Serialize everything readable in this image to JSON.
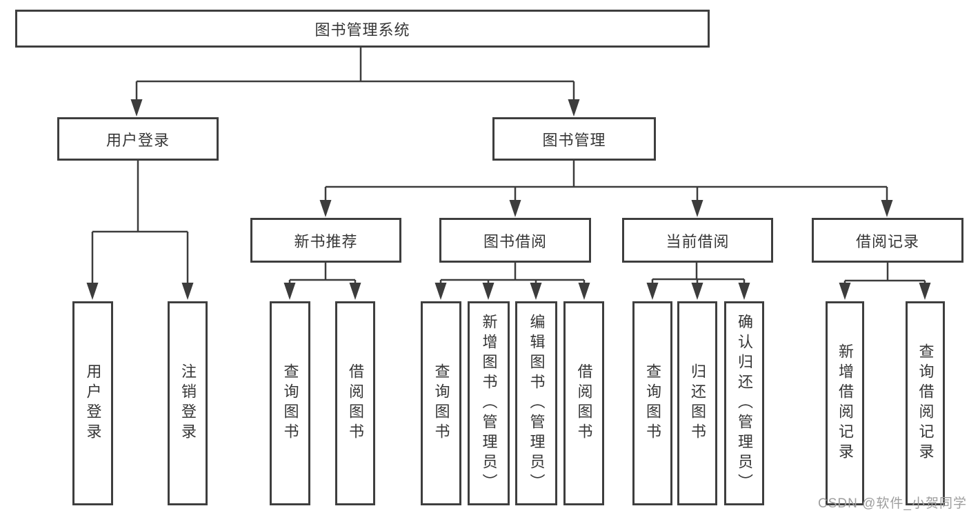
{
  "diagram": {
    "root": {
      "label": "图书管理系统"
    },
    "level2": [
      {
        "label": "用户登录"
      },
      {
        "label": "图书管理"
      }
    ],
    "level3": [
      {
        "label": "新书推荐",
        "parent": "图书管理"
      },
      {
        "label": "图书借阅",
        "parent": "图书管理"
      },
      {
        "label": "当前借阅",
        "parent": "图书管理"
      },
      {
        "label": "借阅记录",
        "parent": "图书管理"
      }
    ],
    "level4": [
      {
        "label": "用户登录",
        "parent": "用户登录"
      },
      {
        "label": "注销登录",
        "parent": "用户登录"
      },
      {
        "label": "查询图书",
        "parent": "新书推荐"
      },
      {
        "label": "借阅图书",
        "parent": "新书推荐"
      },
      {
        "label": "查询图书",
        "parent": "图书借阅"
      },
      {
        "label": "新增图书（管理员）",
        "parent": "图书借阅"
      },
      {
        "label": "编辑图书（管理员）",
        "parent": "图书借阅"
      },
      {
        "label": "借阅图书",
        "parent": "图书借阅"
      },
      {
        "label": "查询图书",
        "parent": "当前借阅"
      },
      {
        "label": "归还图书",
        "parent": "当前借阅"
      },
      {
        "label": "确认归还（管理员）",
        "parent": "当前借阅"
      },
      {
        "label": "新增借阅记录",
        "parent": "借阅记录"
      },
      {
        "label": "查询借阅记录",
        "parent": "借阅记录"
      }
    ],
    "colors": {
      "line": "#3c3c3c",
      "box_border": "#3e3e3e",
      "box_fill": "#ffffff",
      "text": "#363636",
      "watermark": "#9e9e9e"
    }
  },
  "watermark": {
    "text": "CSDN @软件_小贺同学"
  }
}
